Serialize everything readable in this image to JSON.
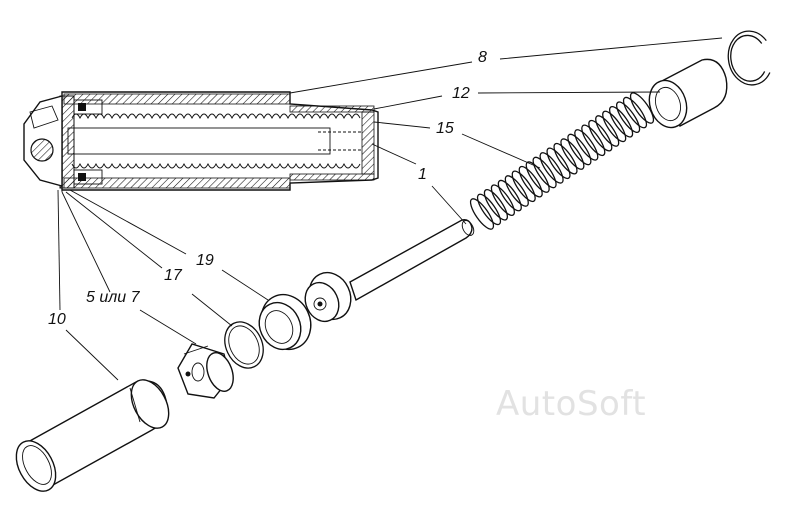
{
  "callouts": {
    "c8": "8",
    "c12": "12",
    "c15": "15",
    "c1": "1",
    "c19": "19",
    "c17": "17",
    "c5or7": "5 или 7",
    "c10": "10"
  },
  "watermark": "AutoSoft"
}
